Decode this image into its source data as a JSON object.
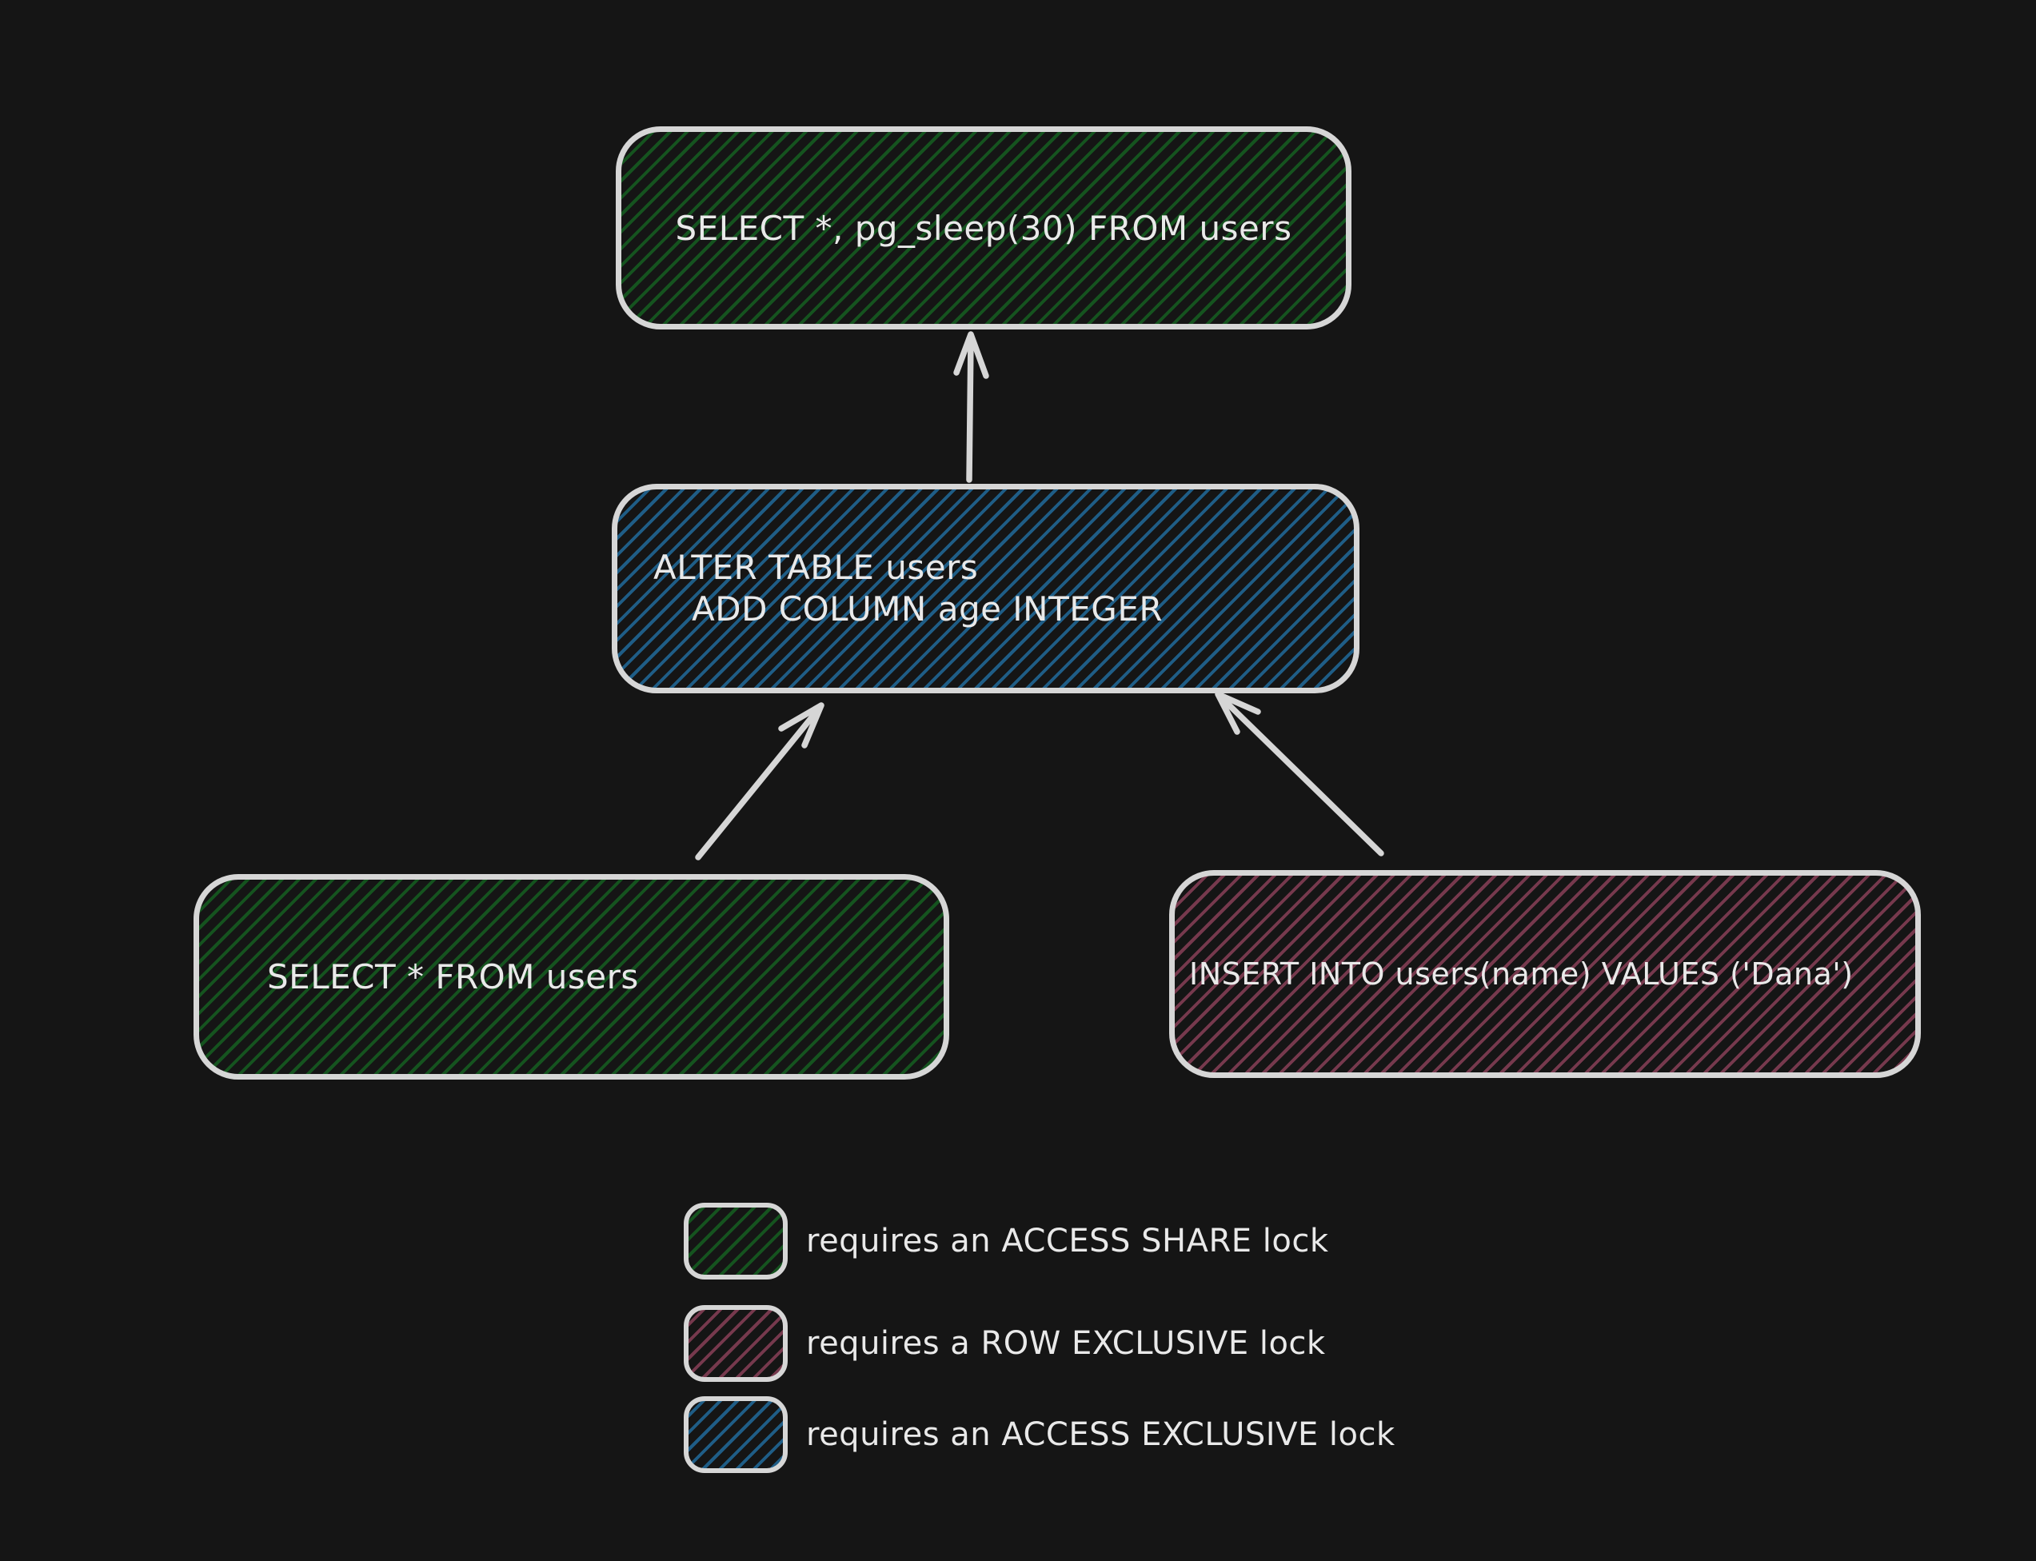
{
  "colors": {
    "background": "#151515",
    "stroke": "#d6d6d6",
    "text": "#e9e9e9",
    "access_share_hatch": "#15531f",
    "row_exclusive_hatch": "#76394d",
    "access_exclusive_hatch": "#1f5d86"
  },
  "diagram": {
    "nodes": {
      "select_sleep": {
        "text": "SELECT *, pg_sleep(30) FROM users",
        "lock": "access-share"
      },
      "alter_table": {
        "line1": "ALTER TABLE users",
        "line2": "ADD COLUMN age INTEGER",
        "lock": "access-exclusive"
      },
      "select_users": {
        "text": "SELECT * FROM users",
        "lock": "access-share"
      },
      "insert_users": {
        "text": "INSERT INTO users(name) VALUES ('Dana')",
        "lock": "row-exclusive"
      }
    },
    "arrows": [
      {
        "name": "arrow-alter-to-select-sleep",
        "from": "alter_table",
        "to": "select_sleep"
      },
      {
        "name": "arrow-select-to-alter",
        "from": "select_users",
        "to": "alter_table"
      },
      {
        "name": "arrow-insert-to-alter",
        "from": "insert_users",
        "to": "alter_table"
      }
    ],
    "legend": {
      "access_share": {
        "label": "requires an ACCESS SHARE lock"
      },
      "row_exclusive": {
        "label": "requires a ROW EXCLUSIVE lock"
      },
      "access_exclusive": {
        "label": "requires an ACCESS EXCLUSIVE lock"
      }
    }
  }
}
